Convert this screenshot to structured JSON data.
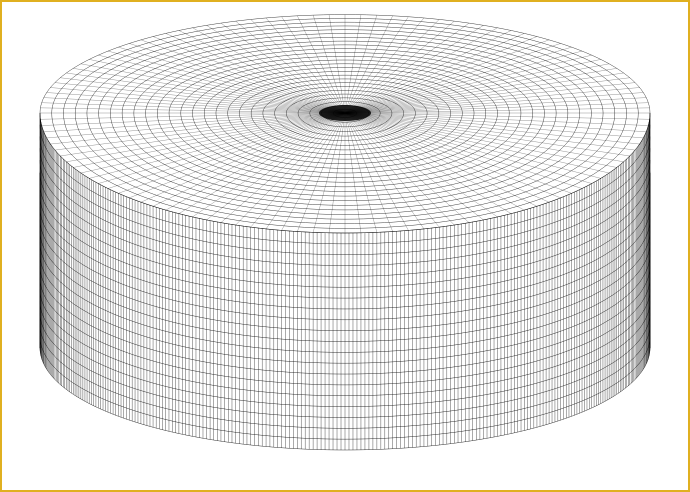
{
  "figure": {
    "subject": "cylinder-wireframe-mesh",
    "border_color": "#e0b020",
    "line_color": "#000000",
    "background_color": "#ffffff",
    "mesh": {
      "angular_divisions": 240,
      "top_radial_rings": 26,
      "side_height_divisions": 20
    }
  }
}
